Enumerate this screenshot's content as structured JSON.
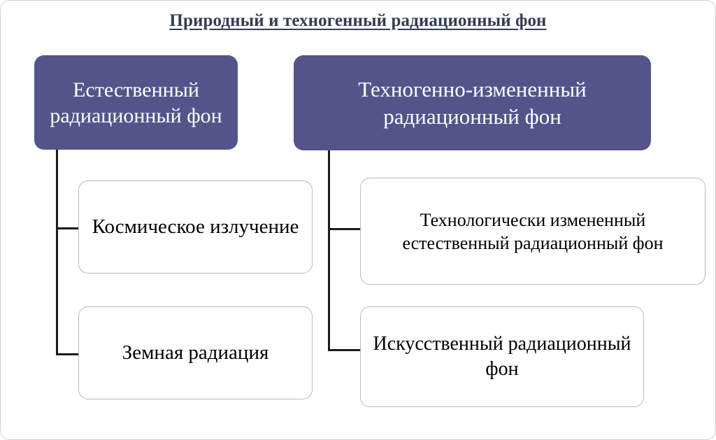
{
  "diagram": {
    "title": "Природный и техногенный радиационный фон",
    "type": "hierarchy-tree",
    "colors": {
      "parent_fill": "#53558a",
      "parent_text": "#ffffff",
      "child_fill": "#ffffff",
      "child_border": "#b9b9c9",
      "child_text": "#000000",
      "title_text": "#333d52",
      "connector": "#1b1b1b",
      "frame_border": "#cfcfcf"
    },
    "branches": [
      {
        "id": "natural",
        "parent": "Естественный радиационный фон",
        "children": [
          "Космическое излучение",
          "Земная радиация"
        ]
      },
      {
        "id": "technogenic",
        "parent": "Техногенно-измененный радиационный фон",
        "children": [
          "Технологически измененный естественный радиационный фон",
          "Искусственный радиационный фон"
        ]
      }
    ]
  }
}
